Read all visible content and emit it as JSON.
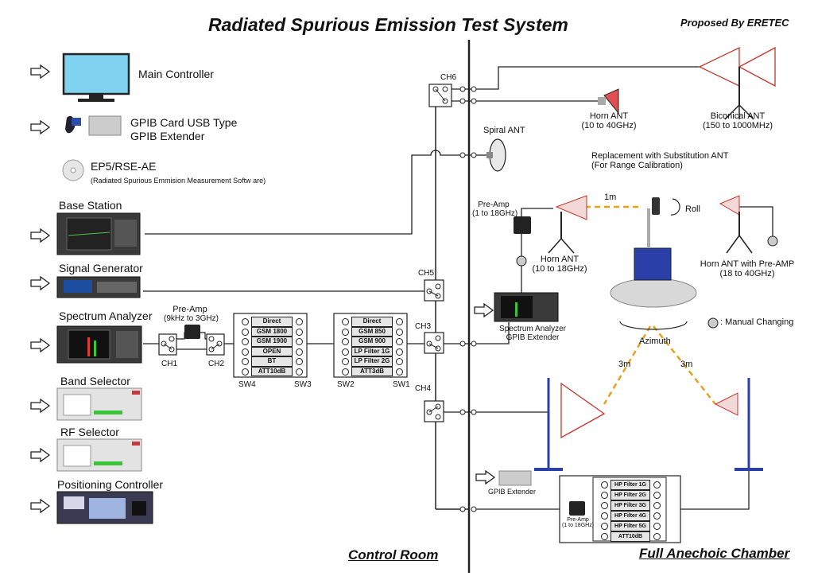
{
  "header": {
    "title": "Radiated Spurious Emission Test  System",
    "byline": "Proposed By ERETEC"
  },
  "equipment": {
    "main_controller": "Main Controller",
    "gpib_line1": "GPIB Card USB Type",
    "gpib_line2": "GPIB Extender",
    "software_name": "EP5/RSE-AE",
    "software_desc": "(Radiated Spurious Emmision Measurement Softw are)",
    "base_station": "Base Station",
    "signal_generator": "Signal Generator",
    "spectrum_analyzer": "Spectrum Analyzer",
    "band_selector": "Band Selector",
    "rf_selector": "RF Selector",
    "positioning_controller": "Positioning Controller"
  },
  "preamp_left": {
    "line1": "Pre-Amp",
    "line2": "(9kHz to 3GHz)"
  },
  "channels": {
    "ch1": "CH1",
    "ch2": "CH2",
    "ch3": "CH3",
    "ch4": "CH4",
    "ch5": "CH5",
    "ch6": "CH6"
  },
  "switches": {
    "sw1": "SW1",
    "sw2": "SW2",
    "sw3": "SW3",
    "sw4": "SW4"
  },
  "sw4_paths": [
    "Direct",
    "GSM 1800",
    "GSM 1900",
    "OPEN",
    "BT",
    "ATT10dB"
  ],
  "sw2_paths": [
    "Direct",
    "GSM 850",
    "GSM 900",
    "LP Filter 1G",
    "LP Filter 2G",
    "ATT3dB"
  ],
  "chamber_filters": [
    "HP Filter 1G",
    "HP Filter 2G",
    "HP Filter 3G",
    "HP Filter 4G",
    "HP Filter 5G",
    "ATT10dB"
  ],
  "antennas": {
    "spiral": "Spiral ANT",
    "horn_40_line1": "Horn ANT",
    "horn_40_line2": "(10 to 40GHz)",
    "biconical_line1": "Biconical ANT",
    "biconical_line2": "(150 to 1000MHz)",
    "horn_18_line1": "Horn ANT",
    "horn_18_line2": "(10 to 18GHz)",
    "horn_preamp_line1": "Horn ANT with Pre-AMP",
    "horn_preamp_line2": "(18 to 40GHz)"
  },
  "chamber": {
    "replacement_line1": "Replacement with Substitution ANT",
    "replacement_line2": "(For Range Calibration)",
    "distance_1m": "1m",
    "roll": "Roll",
    "preamp_line1": "Pre-Amp",
    "preamp_line2": "(1 to 18GHz)",
    "sa_line1": "Spectrum Analyzer",
    "sa_line2": "GPIB Extender",
    "manual_changing": ": Manual Changing",
    "azimuth": "Azimuth",
    "distance_3m_left": "3m",
    "distance_3m_right": "3m",
    "gpib_extender": "GPIB Extender",
    "preamp2_line1": "Pre-Amp",
    "preamp2_line2": "(1 to 18GHz)"
  },
  "footer": {
    "control_room": "Control Room",
    "anechoic_chamber": "Full Anechoic Chamber"
  },
  "colors": {
    "line": "#222222",
    "dashed": "#e8a020",
    "monitor": "#7fd3f0",
    "turntable": "#2a3fa8",
    "antenna_red": "#c8342c",
    "tripod_blue": "#2a3fa8"
  }
}
